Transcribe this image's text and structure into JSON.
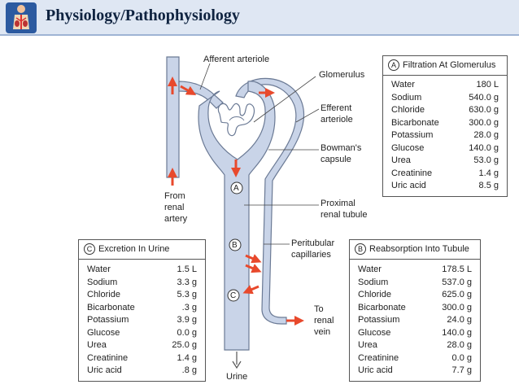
{
  "header": {
    "title": "Physiology/Pathophysiology"
  },
  "labels": {
    "afferent": "Afferent arteriole",
    "glomerulus": "Glomerulus",
    "efferent_1": "Efferent",
    "efferent_2": "arteriole",
    "bowmans_1": "Bowman's",
    "bowmans_2": "capsule",
    "renal_artery_1": "From",
    "renal_artery_2": "renal",
    "renal_artery_3": "artery",
    "proximal_1": "Proximal",
    "proximal_2": "renal tubule",
    "peritubular_1": "Peritubular",
    "peritubular_2": "capillaries",
    "renal_vein_1": "To",
    "renal_vein_2": "renal",
    "renal_vein_3": "vein",
    "urine": "Urine",
    "marker_a": "A",
    "marker_b": "B",
    "marker_c": "C"
  },
  "filtration": {
    "letter": "A",
    "title": "Filtration At Glomerulus",
    "rows": [
      {
        "name": "Water",
        "value": "180 L"
      },
      {
        "name": "Sodium",
        "value": "540.0 g"
      },
      {
        "name": "Chloride",
        "value": "630.0 g"
      },
      {
        "name": "Bicarbonate",
        "value": "300.0 g"
      },
      {
        "name": "Potassium",
        "value": "28.0 g"
      },
      {
        "name": "Glucose",
        "value": "140.0 g"
      },
      {
        "name": "Urea",
        "value": "53.0 g"
      },
      {
        "name": "Creatinine",
        "value": "1.4 g"
      },
      {
        "name": "Uric acid",
        "value": "8.5 g"
      }
    ]
  },
  "excretion": {
    "letter": "C",
    "title": "Excretion In Urine",
    "rows": [
      {
        "name": "Water",
        "value": "1.5 L"
      },
      {
        "name": "Sodium",
        "value": "3.3 g"
      },
      {
        "name": "Chloride",
        "value": "5.3 g"
      },
      {
        "name": "Bicarbonate",
        "value": ".3 g"
      },
      {
        "name": "Potassium",
        "value": "3.9 g"
      },
      {
        "name": "Glucose",
        "value": "0.0 g"
      },
      {
        "name": "Urea",
        "value": "25.0 g"
      },
      {
        "name": "Creatinine",
        "value": "1.4 g"
      },
      {
        "name": "Uric acid",
        "value": ".8 g"
      }
    ]
  },
  "reabsorption": {
    "letter": "B",
    "title": "Reabsorption Into Tubule",
    "rows": [
      {
        "name": "Water",
        "value": "178.5 L"
      },
      {
        "name": "Sodium",
        "value": "537.0 g"
      },
      {
        "name": "Chloride",
        "value": "625.0 g"
      },
      {
        "name": "Bicarbonate",
        "value": "300.0 g"
      },
      {
        "name": "Potassium",
        "value": "24.0 g"
      },
      {
        "name": "Glucose",
        "value": "140.0 g"
      },
      {
        "name": "Urea",
        "value": "28.0 g"
      },
      {
        "name": "Creatinine",
        "value": "0.0 g"
      },
      {
        "name": "Uric acid",
        "value": "7.7 g"
      }
    ]
  },
  "colors": {
    "vessel_fill": "#c9d4e8",
    "vessel_stroke": "#6b7a95",
    "arrow": "#e8492c",
    "header_bg": "#dfe7f3"
  }
}
